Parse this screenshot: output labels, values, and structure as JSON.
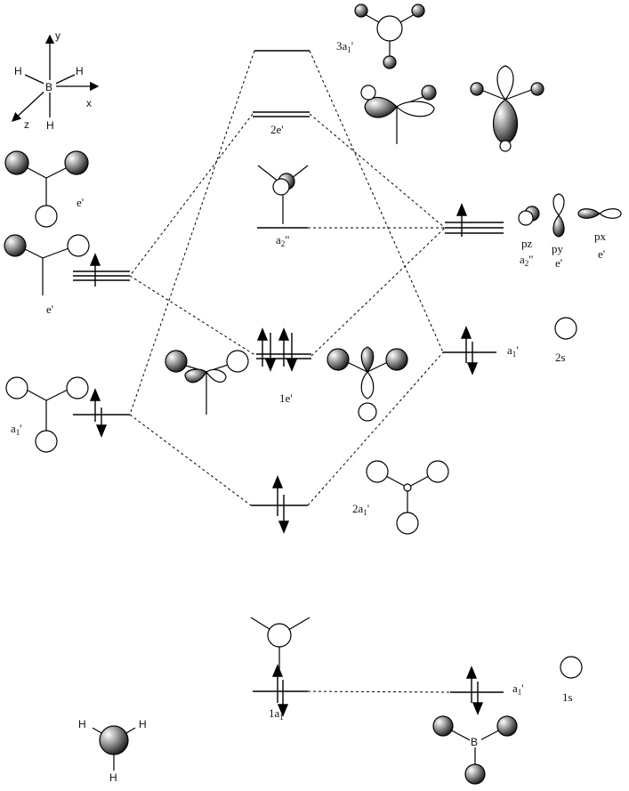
{
  "axes": {
    "y": "y",
    "x": "x",
    "z": "z",
    "center": "B",
    "h": "H"
  },
  "left_orbitals": {
    "e_upper": "e'",
    "e_lower": "e'",
    "a1_main": "a",
    "a1_sub": "1",
    "a1_prime": "'"
  },
  "mo_labels": {
    "m3a1_pre": "3a",
    "m3a1_sub": "1",
    "m3a1_post": "'",
    "m2e": "2e'",
    "ma2_pre": "a",
    "ma2_sub": "2",
    "ma2_post": "\"",
    "m1e": "1e'",
    "m2a1_pre": "2a",
    "m2a1_sub": "1",
    "m2a1_post": "'",
    "m1a1_pre": "1a",
    "m1a1_sub": "1",
    "m1a1_post": "'"
  },
  "right_orbitals": {
    "pz": "pz",
    "py": "py",
    "px": "px",
    "a2_pre": "a",
    "a2_sub": "2",
    "a2_post": "\"",
    "py_sym": "e'",
    "px_sym": "e'",
    "a1_pre": "a",
    "a1_sub": "1",
    "a1_post": "'",
    "s2": "2s",
    "low_a1_pre": "a",
    "low_a1_sub": "1",
    "low_a1_post": "'",
    "s1": "1s"
  },
  "molecule_labels": {
    "h": "H",
    "b": "B"
  }
}
